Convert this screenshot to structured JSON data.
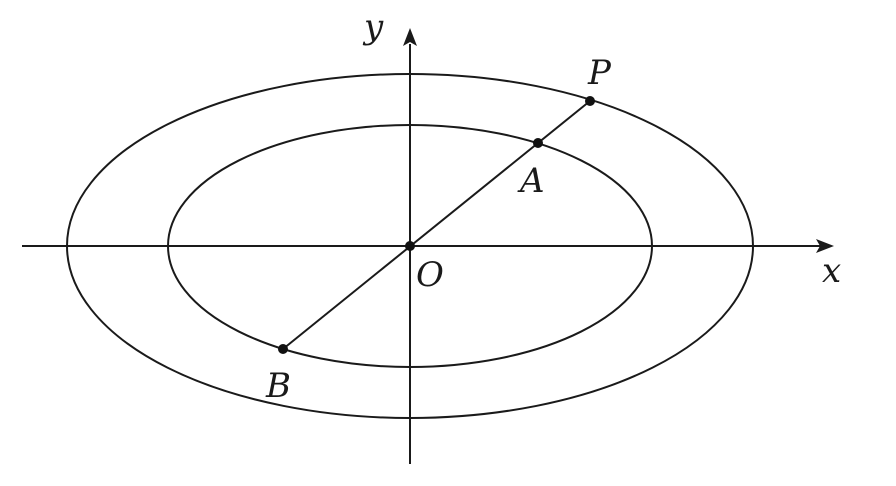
{
  "diagram": {
    "axes": {
      "x_label": "x",
      "y_label": "y"
    },
    "curves": [
      {
        "name": "outer-ellipse",
        "shape": "ellipse",
        "center": "O"
      },
      {
        "name": "inner-ellipse",
        "shape": "ellipse",
        "center": "O"
      }
    ],
    "points": {
      "origin": "O",
      "p": "P",
      "a": "A",
      "b": "B"
    },
    "segments": [
      {
        "from": "B",
        "to": "P",
        "through": [
          "O",
          "A"
        ]
      }
    ],
    "colors": {
      "ink": "#1a1a1a",
      "background": "#ffffff"
    }
  }
}
